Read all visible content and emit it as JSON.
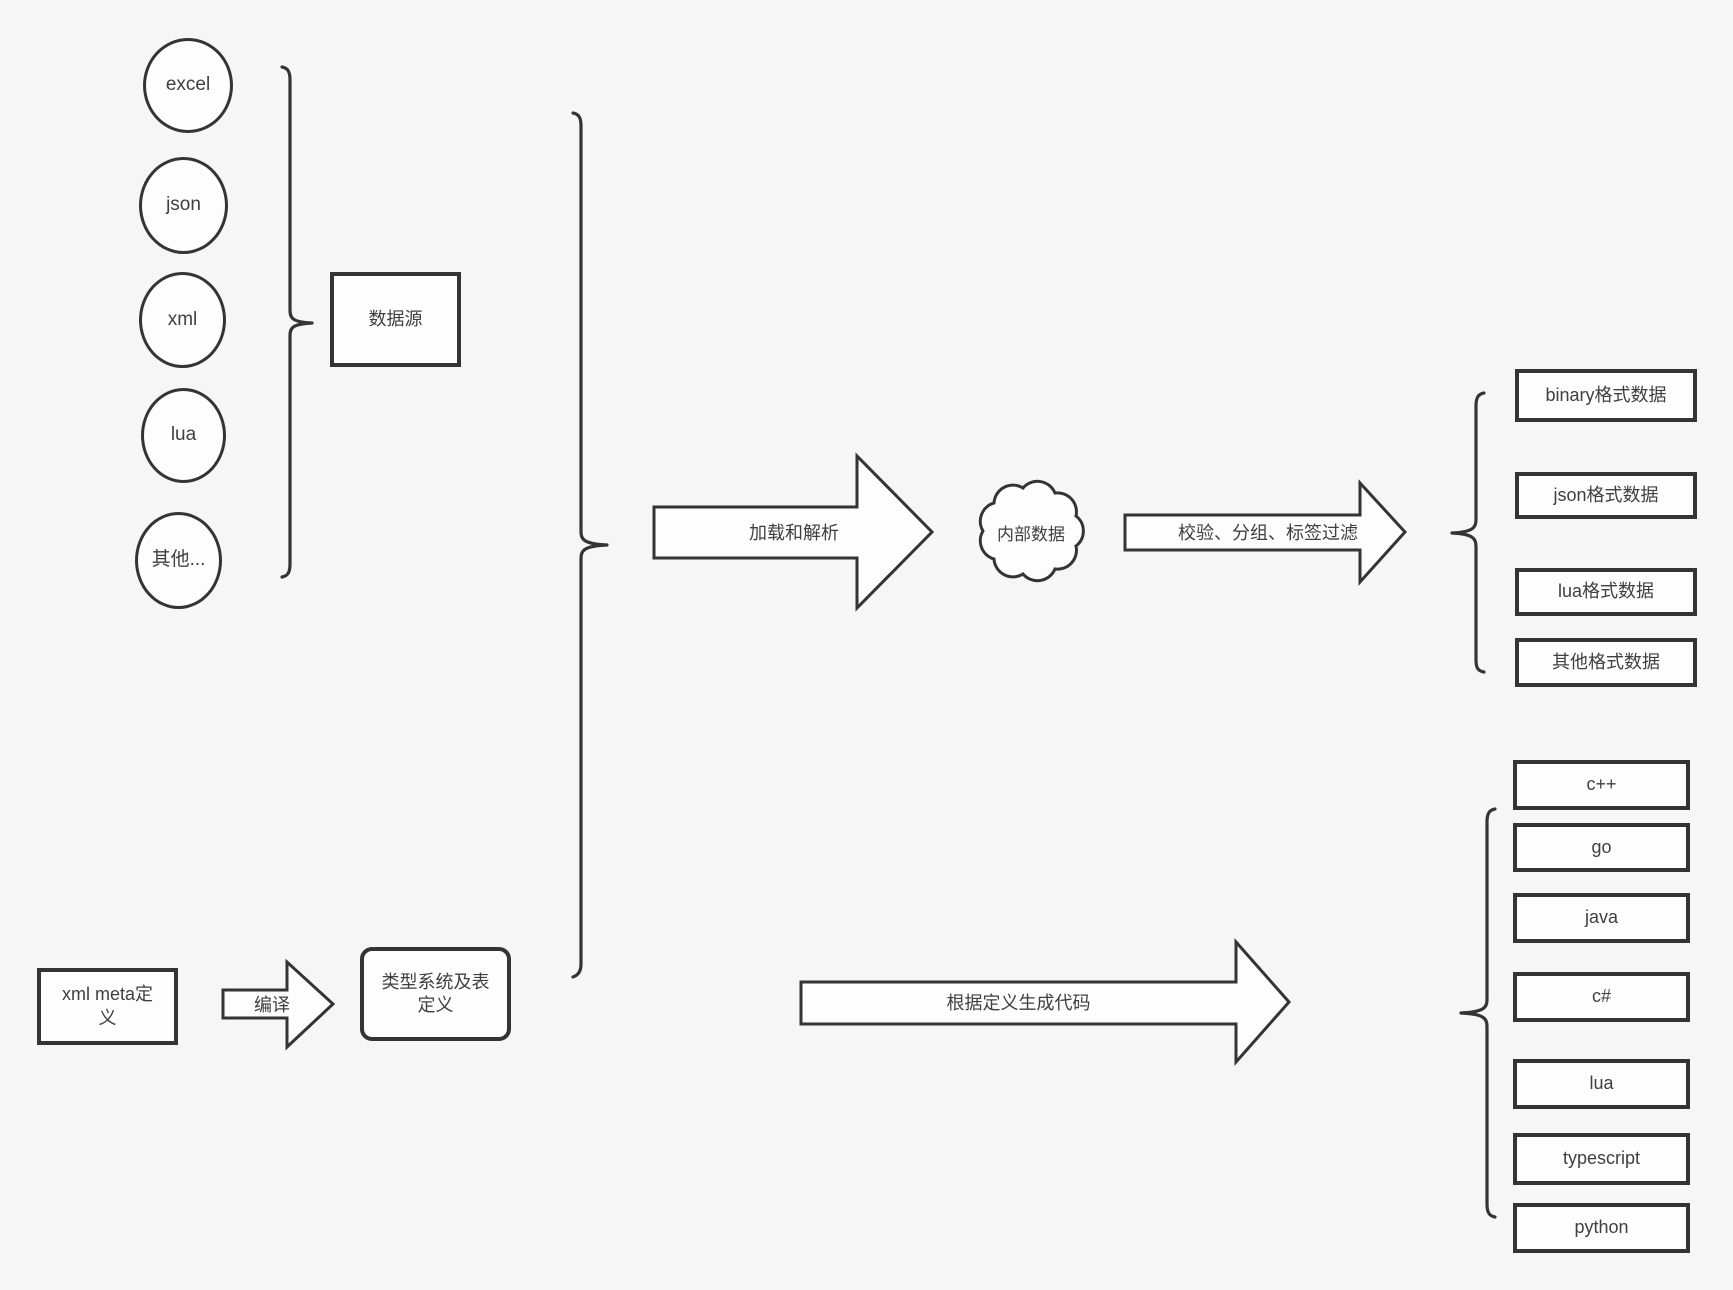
{
  "diagram": {
    "background_color": "#f6f6f6",
    "stroke_color": "#343434",
    "text_color": "#3f3f3f",
    "shape_fill_color": "#fdfdfd"
  },
  "sources": {
    "group_label": "数据源",
    "items": [
      {
        "label": "excel"
      },
      {
        "label": "json"
      },
      {
        "label": "xml"
      },
      {
        "label": "lua"
      },
      {
        "label": "其他..."
      }
    ]
  },
  "pipeline": {
    "load_arrow_label": "加载和解析",
    "internal_data_label": "内部数据",
    "filter_arrow_label": "校验、分组、标签过滤"
  },
  "output_formats": [
    {
      "label": "binary格式数据"
    },
    {
      "label": "json格式数据"
    },
    {
      "label": "lua格式数据"
    },
    {
      "label": "其他格式数据"
    }
  ],
  "codegen": {
    "xml_meta_label": "xml meta定义",
    "compile_arrow_label": "编译",
    "type_system_label": "类型系统及表定义",
    "generate_arrow_label": "根据定义生成代码"
  },
  "languages": [
    {
      "label": "c++"
    },
    {
      "label": "go"
    },
    {
      "label": "java"
    },
    {
      "label": "c#"
    },
    {
      "label": "lua"
    },
    {
      "label": "typescript"
    },
    {
      "label": "python"
    }
  ]
}
